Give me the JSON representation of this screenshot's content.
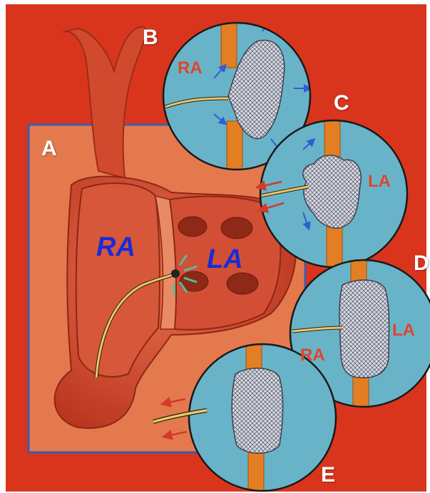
{
  "figure": {
    "panel_letters": {
      "a": "A",
      "b": "B",
      "c": "C",
      "d": "D",
      "e": "E"
    },
    "main_labels": {
      "right_atrium": "RA",
      "left_atrium": "LA"
    },
    "inset_labels": {
      "b_ra": "RA",
      "c_la": "LA",
      "d_ra": "RA",
      "d_la": "LA"
    }
  },
  "colors": {
    "background_red": "#d9351d",
    "cardboard": "#e4794e",
    "frame_blue": "#3a5ea8",
    "heart_tissue": "#c9432a",
    "inset_blue": "#69b3c9",
    "septum_orange": "#e37f22",
    "device_mesh": "#c9ccd6",
    "label_blue": "#1a2bd6",
    "label_red": "#e0452a"
  }
}
